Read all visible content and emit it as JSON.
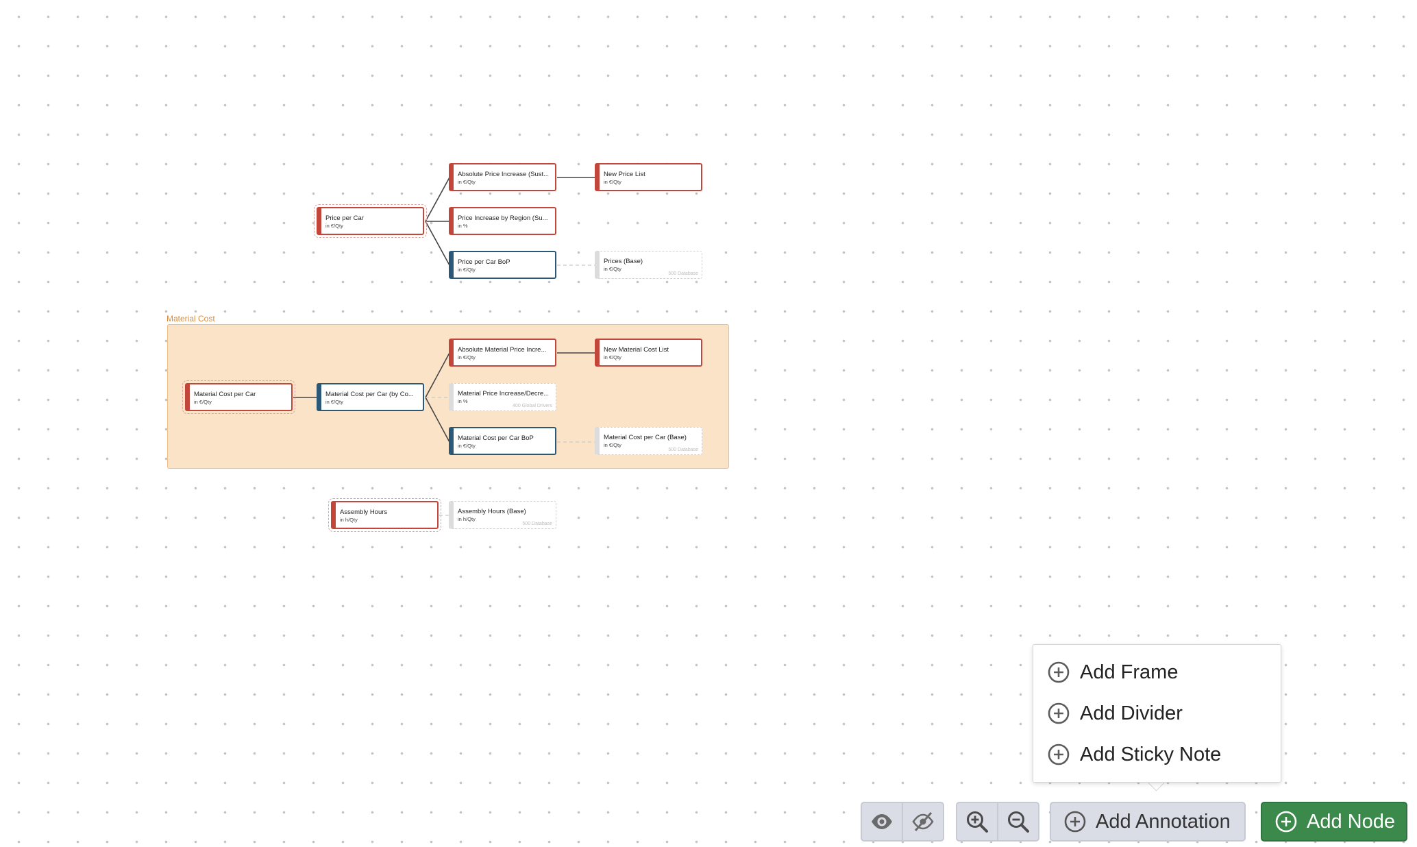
{
  "frame": {
    "label": "Material Cost"
  },
  "nodes": {
    "price_per_car": {
      "title": "Price per Car",
      "unit": "in €/Qty"
    },
    "abs_price_increase": {
      "title": "Absolute Price Increase (Sust...",
      "unit": "in €/Qty"
    },
    "new_price_list": {
      "title": "New Price List",
      "unit": "in €/Qty"
    },
    "price_increase_region": {
      "title": "Price Increase by Region (Su...",
      "unit": "in %"
    },
    "price_per_car_bop": {
      "title": "Price per Car BoP",
      "unit": "in €/Qty"
    },
    "prices_base": {
      "title": "Prices (Base)",
      "unit": "in €/Qty",
      "source": "500 Database"
    },
    "material_cost_per_car": {
      "title": "Material Cost per Car",
      "unit": "in €/Qty"
    },
    "material_cost_by_co": {
      "title": "Material Cost per Car (by Co...",
      "unit": "in €/Qty"
    },
    "abs_material_price_increase": {
      "title": "Absolute Material Price Incre...",
      "unit": "in €/Qty"
    },
    "new_material_cost_list": {
      "title": "New Material Cost List",
      "unit": "in €/Qty"
    },
    "material_price_increase": {
      "title": "Material Price Increase/Decre...",
      "unit": "in %",
      "source": "400 Global Drivers"
    },
    "material_cost_bop": {
      "title": "Material Cost per Car BoP",
      "unit": "in €/Qty"
    },
    "material_cost_base": {
      "title": "Material Cost per Car (Base)",
      "unit": "in €/Qty",
      "source": "500 Database"
    },
    "assembly_hours": {
      "title": "Assembly Hours",
      "unit": "in h/Qty"
    },
    "assembly_hours_base": {
      "title": "Assembly Hours (Base)",
      "unit": "in h/Qty",
      "source": "500 Database"
    }
  },
  "menu": {
    "items": [
      {
        "label": "Add Frame",
        "icon": "plus-circle-icon"
      },
      {
        "label": "Add Divider",
        "icon": "plus-circle-icon"
      },
      {
        "label": "Add Sticky Note",
        "icon": "plus-circle-icon"
      }
    ]
  },
  "toolbar": {
    "show_icon": "eye-icon",
    "hide_icon": "eye-slash-icon",
    "zoom_in_icon": "zoom-in-icon",
    "zoom_out_icon": "zoom-out-icon",
    "add_annotation_label": "Add Annotation",
    "add_node_label": "Add Node"
  },
  "colors": {
    "node_red": "#c2473a",
    "node_blue": "#2c5878",
    "frame_fill": "#fbe3c7",
    "add_node_green": "#3b8a4c",
    "toolbar_gray": "#dadde6"
  }
}
